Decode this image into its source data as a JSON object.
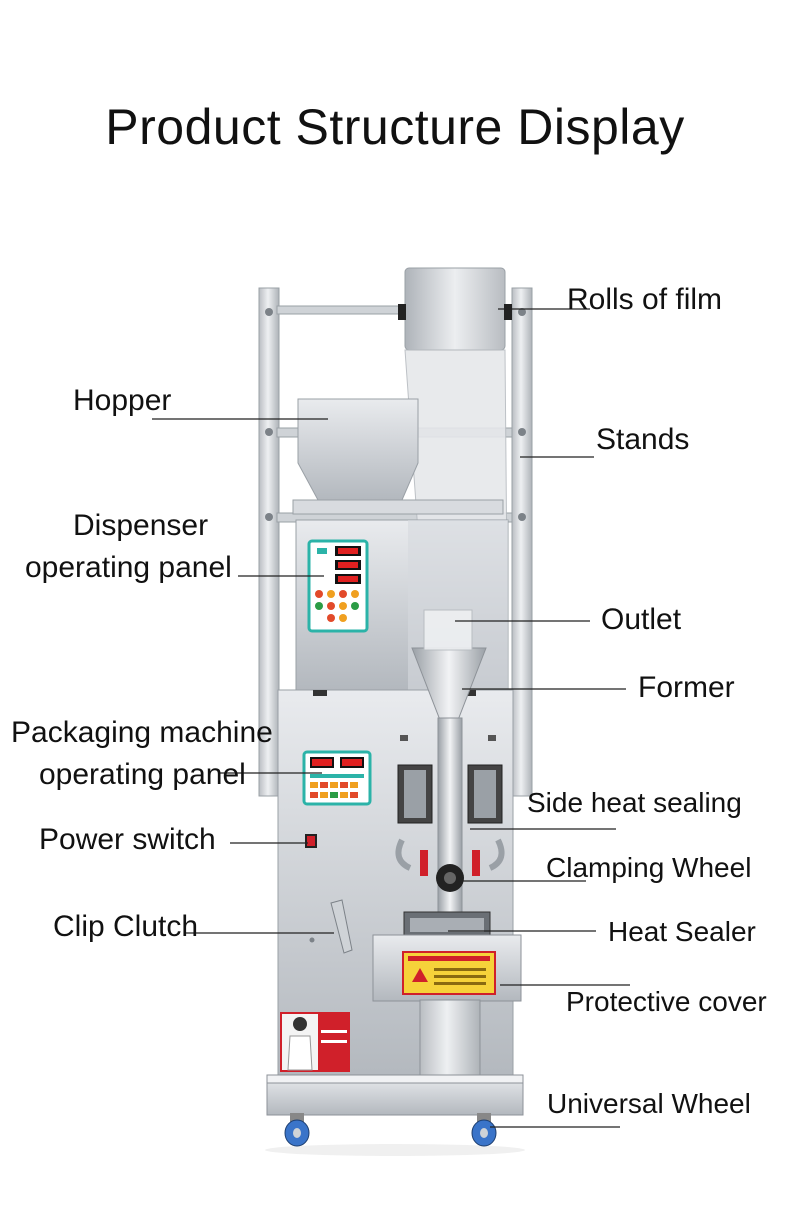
{
  "title": "Product Structure Display",
  "labels": {
    "rolls_of_film": "Rolls of film",
    "hopper": "Hopper",
    "stands": "Stands",
    "dispenser_panel_line1": "Dispenser",
    "dispenser_panel_line2": "operating panel",
    "outlet": "Outlet",
    "former": "Former",
    "packaging_panel_line1": "Packaging machine",
    "packaging_panel_line2": "operating panel",
    "side_heat_sealing": "Side heat sealing",
    "power_switch": "Power switch",
    "clamping_wheel": "Clamping Wheel",
    "clip_clutch": "Clip Clutch",
    "heat_sealer": "Heat Sealer",
    "protective_cover": "Protective cover",
    "universal_wheel": "Universal Wheel"
  },
  "colors": {
    "steel_light": "#e4e6e9",
    "steel_mid": "#c4c8cd",
    "steel_dark": "#8d9298",
    "panel_teal": "#2bb3a8",
    "display_red": "#e02020",
    "warning_yellow": "#f6d23a",
    "brand_red": "#d0202a",
    "wheel_blue": "#3a74c9",
    "leader_line": "#222222"
  }
}
